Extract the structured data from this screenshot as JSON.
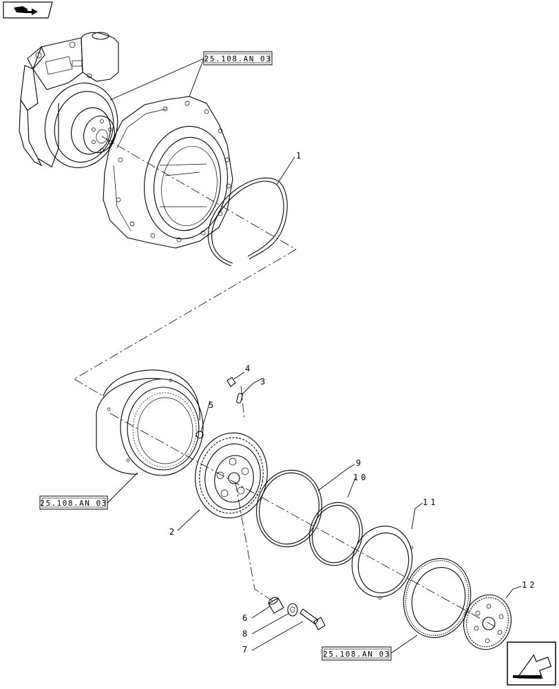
{
  "references": {
    "top": "25.108.AN 03",
    "left": "25.108.AN 03",
    "bottom": "25.108.AN 03"
  },
  "parts": {
    "p1": "1",
    "p2": "2",
    "p3": "3",
    "p4": "4",
    "p5": "5",
    "p6": "6",
    "p7": "7",
    "p8": "8",
    "p9": "9",
    "p10": "10",
    "p11": "11",
    "p12": "12"
  },
  "icons": {
    "top_left": "book-arrow-icon",
    "bottom_right": "next-page-arrow-icon"
  }
}
